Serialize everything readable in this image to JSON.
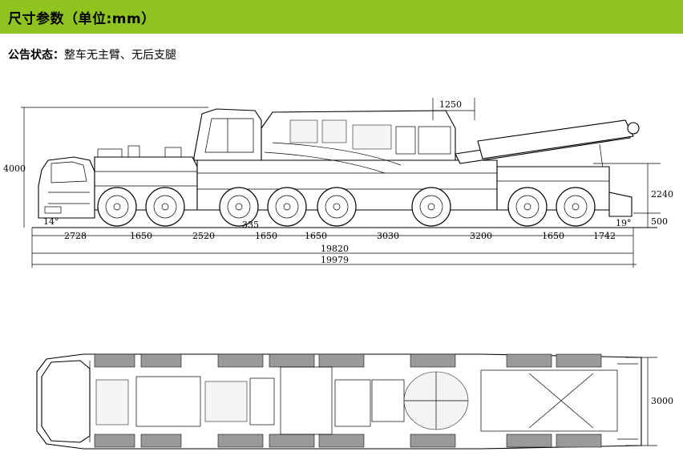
{
  "header": {
    "title": "尺寸参数（单位:mm）",
    "bg": "#8fc31f"
  },
  "notice": {
    "label": "公告状态：",
    "value": "整车无主臂、无后支腿"
  },
  "side_view": {
    "dims": {
      "total_height": "4000",
      "rear_height": "2240",
      "rear_low": "500",
      "top_offset": "1250",
      "approach_angle": "14°",
      "departure_angle": "19°",
      "small_gap": "335",
      "length_inner": "19820",
      "length_total": "19979"
    },
    "axle_spacings": [
      "2728",
      "1650",
      "2520",
      "1650",
      "1650",
      "3030",
      "3200",
      "1650",
      "1742"
    ]
  },
  "top_view": {
    "width_dim": "3000"
  }
}
